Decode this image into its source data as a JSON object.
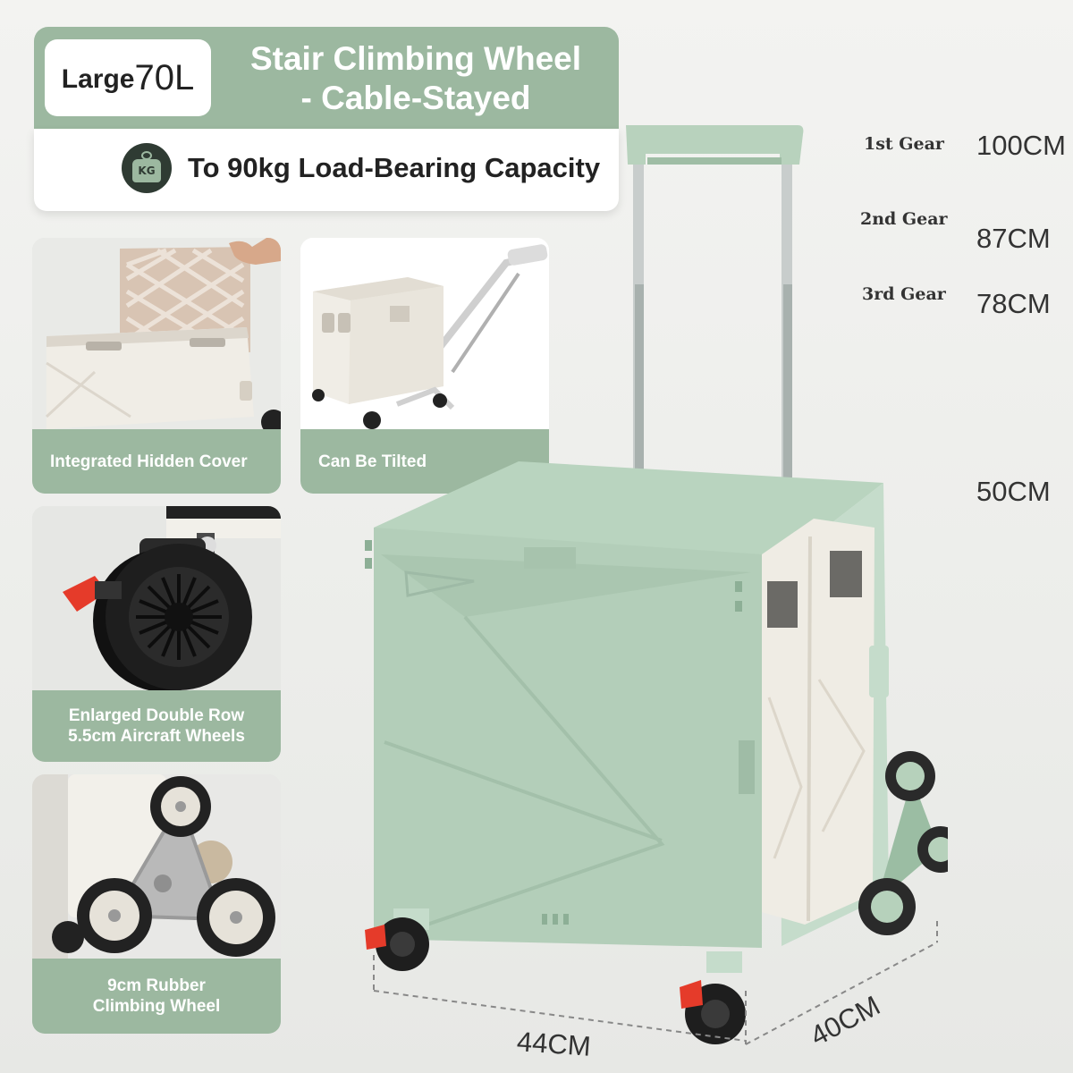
{
  "header": {
    "size_word": "Large",
    "size_value": "70L",
    "title_line1": "Stair Climbing Wheel",
    "title_line2": "- Cable-Stayed",
    "kg_icon_text": "KG",
    "capacity": "To 90kg Load-Bearing Capacity"
  },
  "features": [
    {
      "label": "Integrated Hidden Cover",
      "icon": "hidden-cover-photo"
    },
    {
      "label": "Can Be Tilted",
      "icon": "tilted-cart-photo"
    },
    {
      "label_line1": "Enlarged Double Row",
      "label_line2": "5.5cm Aircraft Wheels",
      "icon": "aircraft-wheel-photo"
    },
    {
      "label_line1": "9cm Rubber",
      "label_line2": "Climbing Wheel",
      "icon": "climbing-wheel-photo"
    }
  ],
  "gears": [
    {
      "name": "1st Gear",
      "height": "100CM"
    },
    {
      "name": "2nd Gear",
      "height": "87CM"
    },
    {
      "name": "3rd Gear",
      "height": "78CM"
    }
  ],
  "dimensions": {
    "box_height": "50CM",
    "width": "44CM",
    "depth": "40CM"
  },
  "colors": {
    "accent_green": "#9cb8a0",
    "cart_green": "#b6d1bb",
    "cart_cream": "#efece4",
    "wheel_red": "#e53b2a"
  }
}
